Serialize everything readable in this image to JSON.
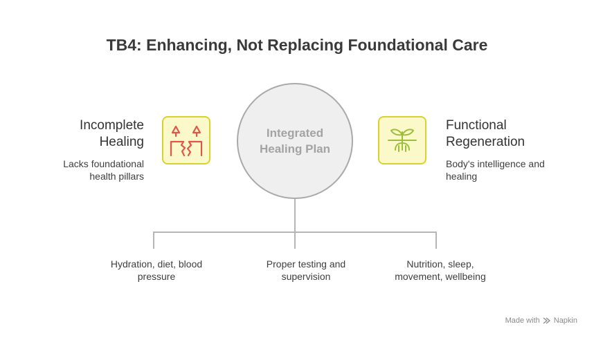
{
  "title": "TB4: Enhancing, Not Replacing Foundational Care",
  "center": {
    "label": "Integrated Healing Plan"
  },
  "left": {
    "title_line1": "Incomplete",
    "title_line2": "Healing",
    "desc_line1": "Lacks foundational",
    "desc_line2": "health pillars",
    "icon": "cracked-pillars-icon"
  },
  "right": {
    "title_line1": "Functional",
    "title_line2": "Regeneration",
    "desc_line1": "Body's intelligence and",
    "desc_line2": "healing",
    "icon": "sprouting-plant-icon"
  },
  "pillars": [
    {
      "line1": "Hydration, diet, blood",
      "line2": "pressure"
    },
    {
      "line1": "Proper testing and",
      "line2": "supervision"
    },
    {
      "line1": "Nutrition, sleep,",
      "line2": "movement, wellbeing"
    }
  ],
  "footer": {
    "made_with": "Made with",
    "brand": "Napkin"
  },
  "colors": {
    "icon_box_fill": "#fbf9c9",
    "icon_box_border": "#d8d230",
    "left_icon": "#e0564a",
    "right_icon": "#9bbf3a",
    "circle_fill": "#efefef",
    "circle_border": "#a9a9a9",
    "connector": "#b5b5b5"
  }
}
